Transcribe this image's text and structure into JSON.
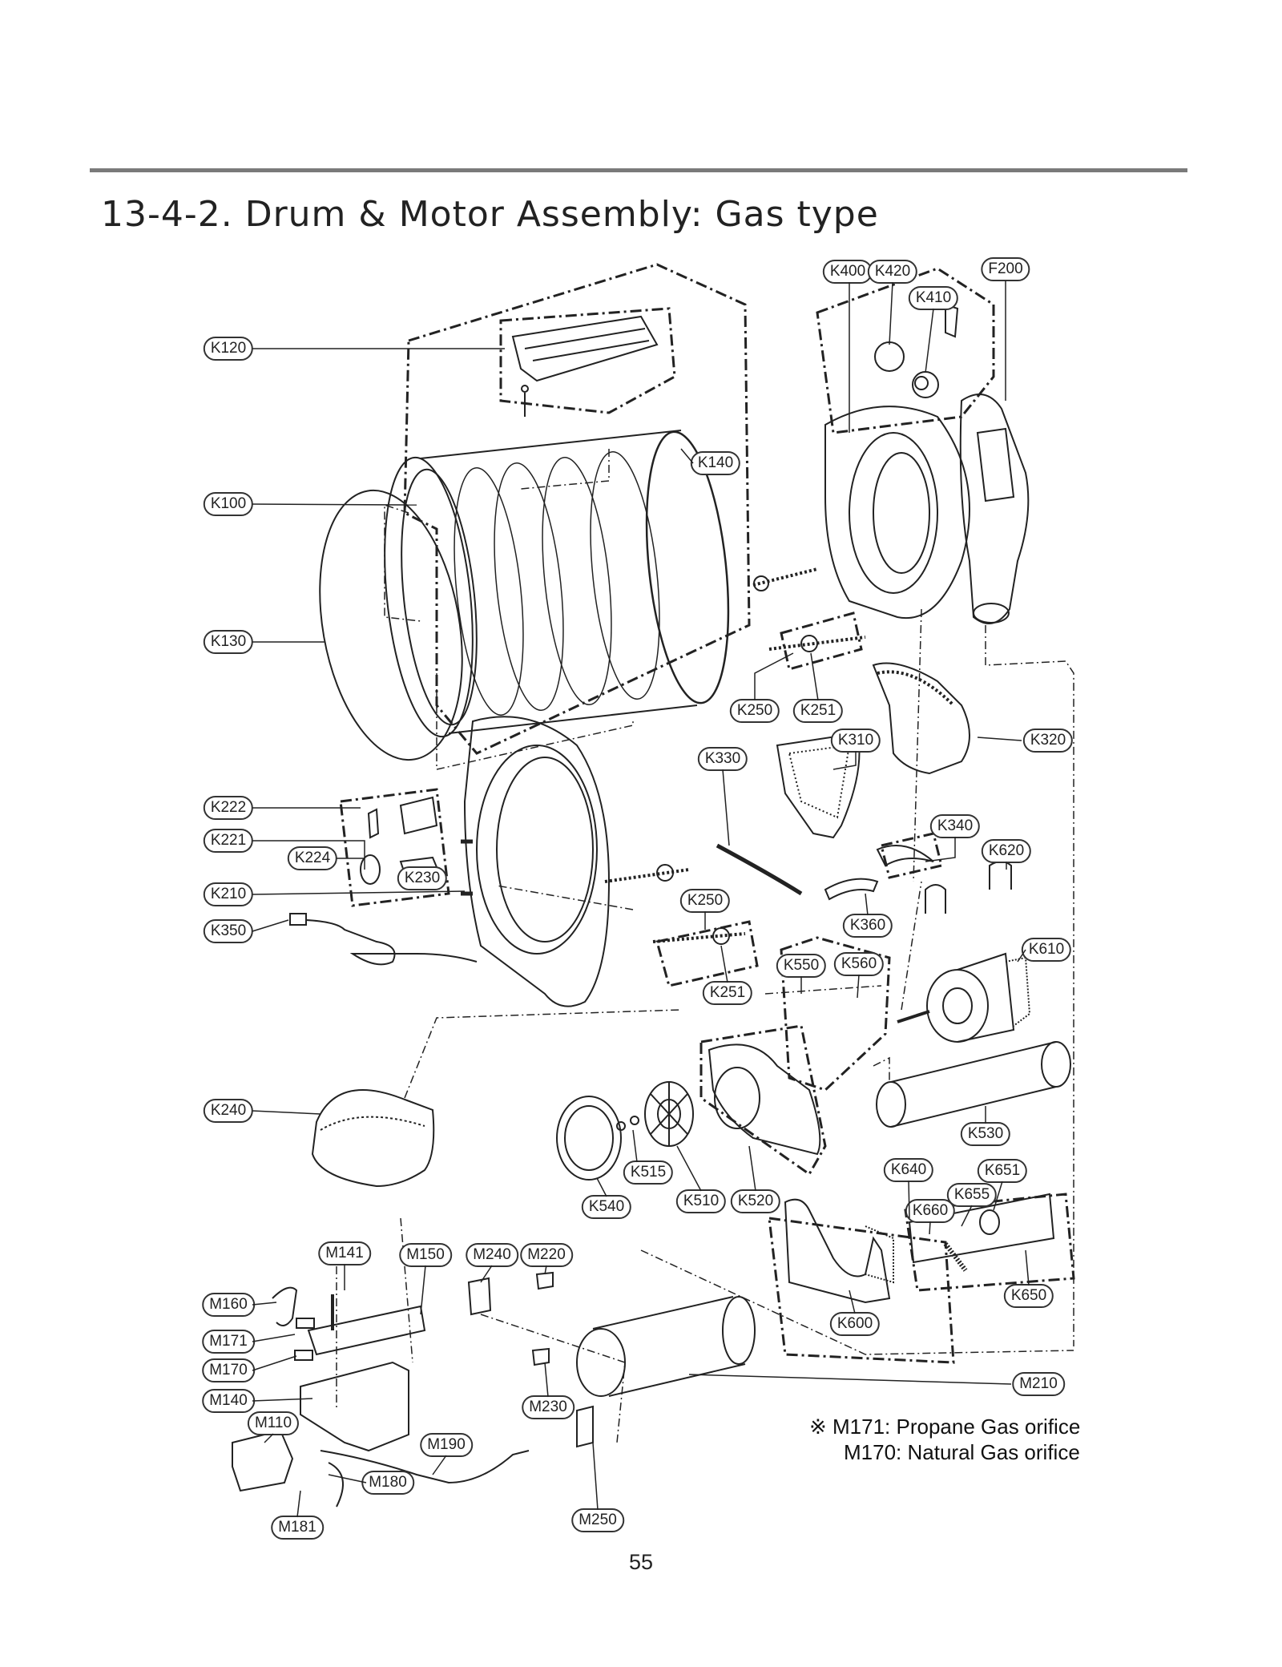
{
  "title": "13-4-2. Drum & Motor Assembly: Gas type",
  "callouts": [
    "K400",
    "K420",
    "F200",
    "K410",
    "K120",
    "K140",
    "K100",
    "K130",
    "K250",
    "K251",
    "K310",
    "K320",
    "K330",
    "K222",
    "K221",
    "K224",
    "K230",
    "K340",
    "K620",
    "K210",
    "K350",
    "K360",
    "K610",
    "K550",
    "K560",
    "K240",
    "K530",
    "K515",
    "K540",
    "K510",
    "K520",
    "K640",
    "K651",
    "K655",
    "K660",
    "M141",
    "M150",
    "M240",
    "M220",
    "M160",
    "M171",
    "M170",
    "M140",
    "M110",
    "M190",
    "M180",
    "M181",
    "M230",
    "M250",
    "M210",
    "K600",
    "K650"
  ],
  "notes": {
    "line1": "※ M171: Propane Gas orifice",
    "line2": "M170: Natural Gas orifice"
  },
  "page_number": "55"
}
